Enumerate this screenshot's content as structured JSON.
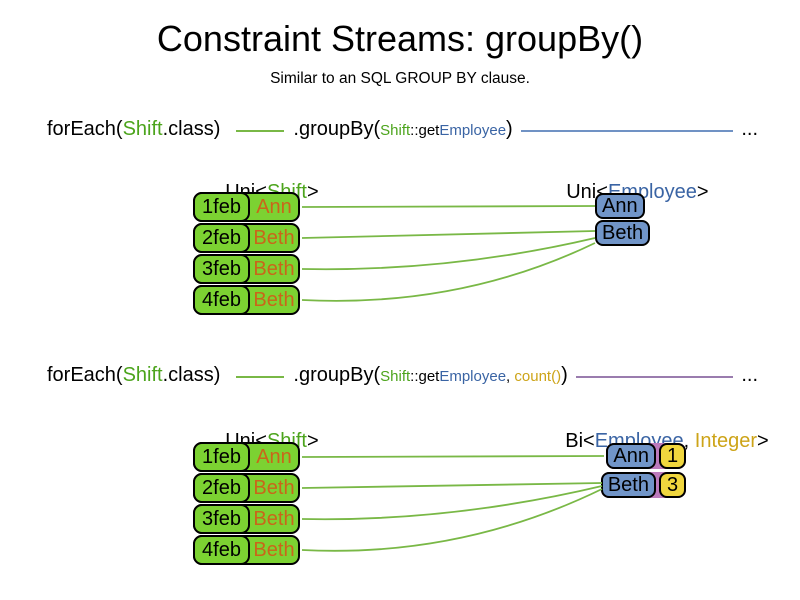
{
  "title": "Constraint Streams: groupBy()",
  "subtitle": "Similar to an SQL GROUP BY clause.",
  "colors": {
    "green_fill": "#7cd232",
    "green_text": "#4ca41c",
    "green_line": "#79b846",
    "blue_fill": "#7195c8",
    "blue_text": "#3a64a4",
    "blue_line": "#7092c4",
    "orange_text": "#c9661a",
    "gold_text": "#cda418",
    "yellow_fill": "#f0d63e",
    "purple_accent": "#bc7abc",
    "purple_line": "#9a7cae"
  },
  "section1": {
    "code": {
      "foreach_open": "forEach(",
      "foreach_class": "Shift",
      "foreach_close": ".class)",
      "groupby_open": ".groupBy(",
      "arg_class": "Shift",
      "arg_accessor": "::get",
      "arg_type": "Employee",
      "groupby_close": ")",
      "ellipsis": "..."
    },
    "left_label": {
      "open": "Uni<",
      "type": "Shift",
      "close": ">"
    },
    "right_label": {
      "open": "Uni<",
      "type": "Employee",
      "close": ">"
    },
    "rows": [
      {
        "date": "1feb",
        "employee": "Ann"
      },
      {
        "date": "2feb",
        "employee": "Beth"
      },
      {
        "date": "3feb",
        "employee": "Beth"
      },
      {
        "date": "4feb",
        "employee": "Beth"
      }
    ],
    "results": [
      {
        "employee": "Ann"
      },
      {
        "employee": "Beth"
      }
    ],
    "connections": [
      {
        "from": "1feb",
        "to": "Ann"
      },
      {
        "from": "2feb",
        "to": "Beth"
      },
      {
        "from": "3feb",
        "to": "Beth"
      },
      {
        "from": "4feb",
        "to": "Beth"
      }
    ]
  },
  "section2": {
    "code": {
      "foreach_open": "forEach(",
      "foreach_class": "Shift",
      "foreach_close": ".class)",
      "groupby_open": ".groupBy(",
      "arg_class": "Shift",
      "arg_accessor": "::get",
      "arg_type": "Employee",
      "arg_separator": ", ",
      "arg_collector": "count()",
      "groupby_close": ")",
      "ellipsis": "..."
    },
    "left_label": {
      "open": "Uni<",
      "type": "Shift",
      "close": ">"
    },
    "right_label": {
      "open": "Bi<",
      "type1": "Employee",
      "separator": ", ",
      "type2": "Integer",
      "close": ">"
    },
    "rows": [
      {
        "date": "1feb",
        "employee": "Ann"
      },
      {
        "date": "2feb",
        "employee": "Beth"
      },
      {
        "date": "3feb",
        "employee": "Beth"
      },
      {
        "date": "4feb",
        "employee": "Beth"
      }
    ],
    "results": [
      {
        "employee": "Ann",
        "count": "1"
      },
      {
        "employee": "Beth",
        "count": "3"
      }
    ],
    "connections": [
      {
        "from": "1feb",
        "to": "Ann"
      },
      {
        "from": "2feb",
        "to": "Beth"
      },
      {
        "from": "3feb",
        "to": "Beth"
      },
      {
        "from": "4feb",
        "to": "Beth"
      }
    ]
  }
}
